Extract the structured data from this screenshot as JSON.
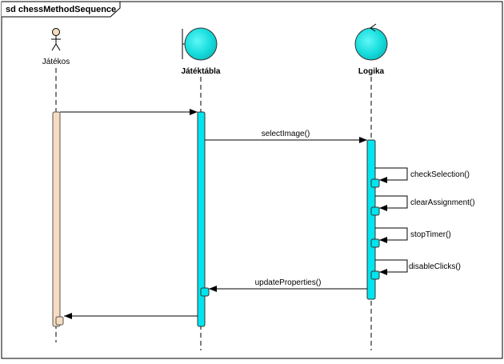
{
  "frame": {
    "title": "sd chessMethodSequence"
  },
  "lifelines": [
    {
      "name": "Játékos",
      "kind": "actor"
    },
    {
      "name": "Játéktábla",
      "kind": "boundary"
    },
    {
      "name": "Logika",
      "kind": "control"
    }
  ],
  "messages": [
    {
      "label": "",
      "from": "Játékos",
      "to": "Játéktábla"
    },
    {
      "label": "selectImage()",
      "from": "Játéktábla",
      "to": "Logika"
    },
    {
      "label": "checkSelection()",
      "from": "Logika",
      "to": "Logika"
    },
    {
      "label": "clearAssignment()",
      "from": "Logika",
      "to": "Logika"
    },
    {
      "label": "stopTimer()",
      "from": "Logika",
      "to": "Logika"
    },
    {
      "label": "disableClicks()",
      "from": "Logika",
      "to": "Logika"
    },
    {
      "label": "updateProperties()",
      "from": "Logika",
      "to": "Játéktábla"
    },
    {
      "label": "",
      "from": "Játéktábla",
      "to": "Játékos"
    }
  ],
  "colors": {
    "cyan": "#00e5ee",
    "actor_bar": "#f6dcc0",
    "line": "#000000"
  }
}
